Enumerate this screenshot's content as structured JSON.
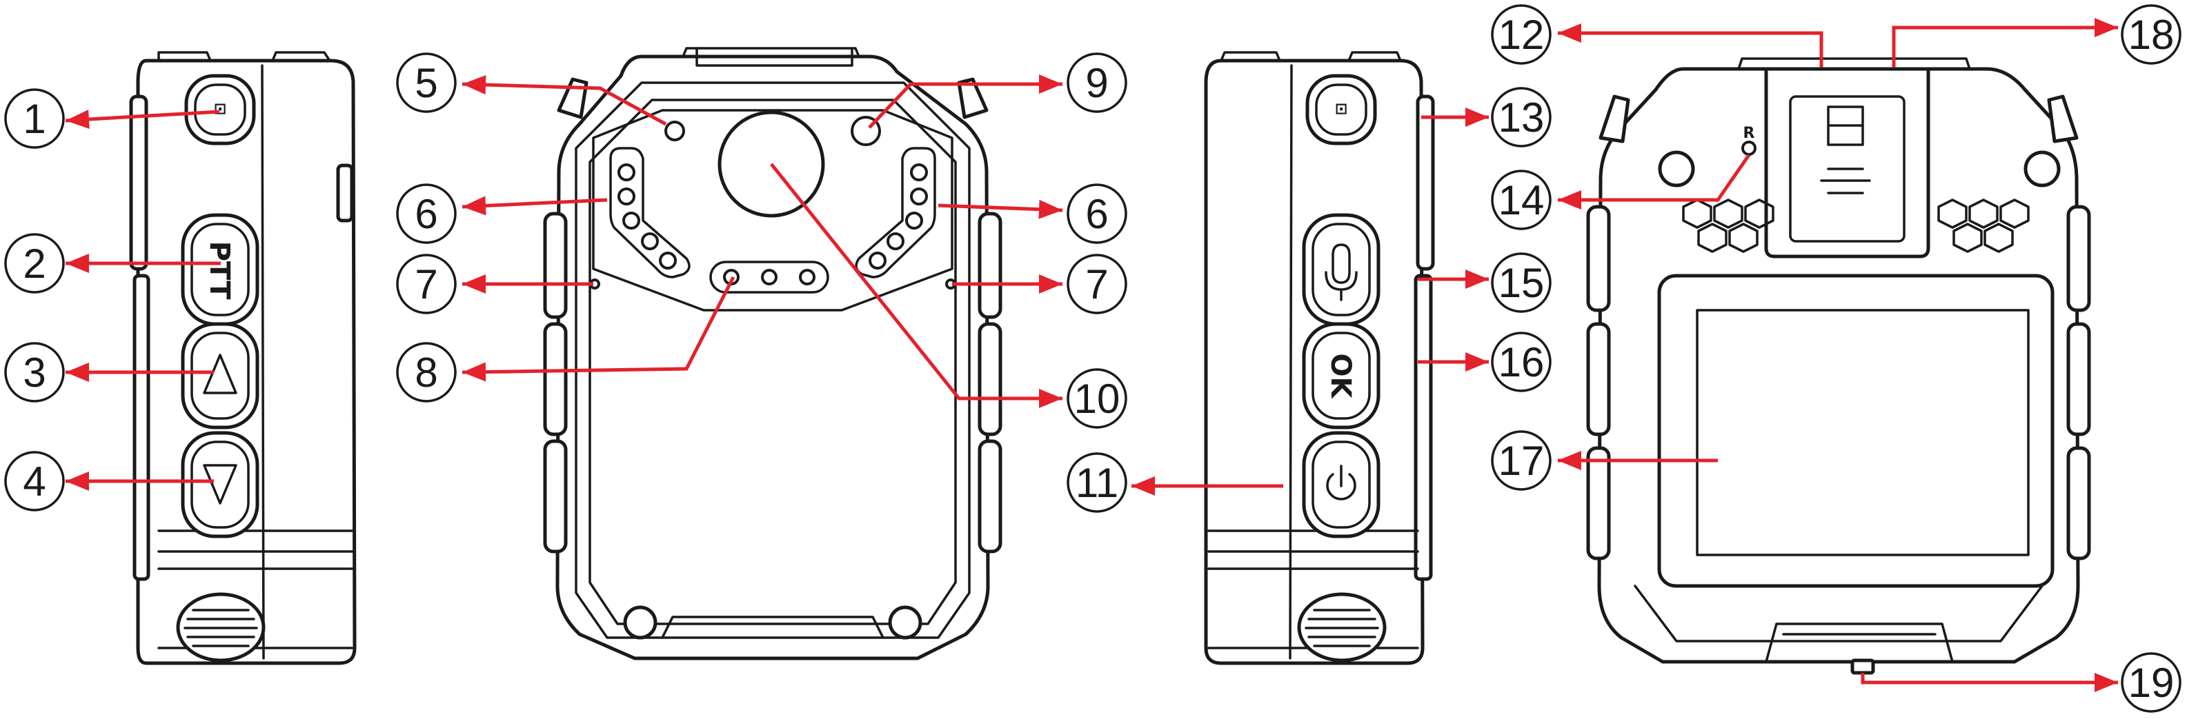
{
  "labels": {
    "ptt": "PTT",
    "ok": "OK",
    "reset": "R"
  },
  "callouts": [
    "1",
    "2",
    "3",
    "4",
    "5",
    "6",
    "6",
    "7",
    "7",
    "8",
    "9",
    "10",
    "11",
    "12",
    "13",
    "14",
    "15",
    "16",
    "17",
    "18",
    "19"
  ],
  "colors": {
    "leader": "#e3222b",
    "outline": "#1a1a1a",
    "background": "#ffffff"
  }
}
